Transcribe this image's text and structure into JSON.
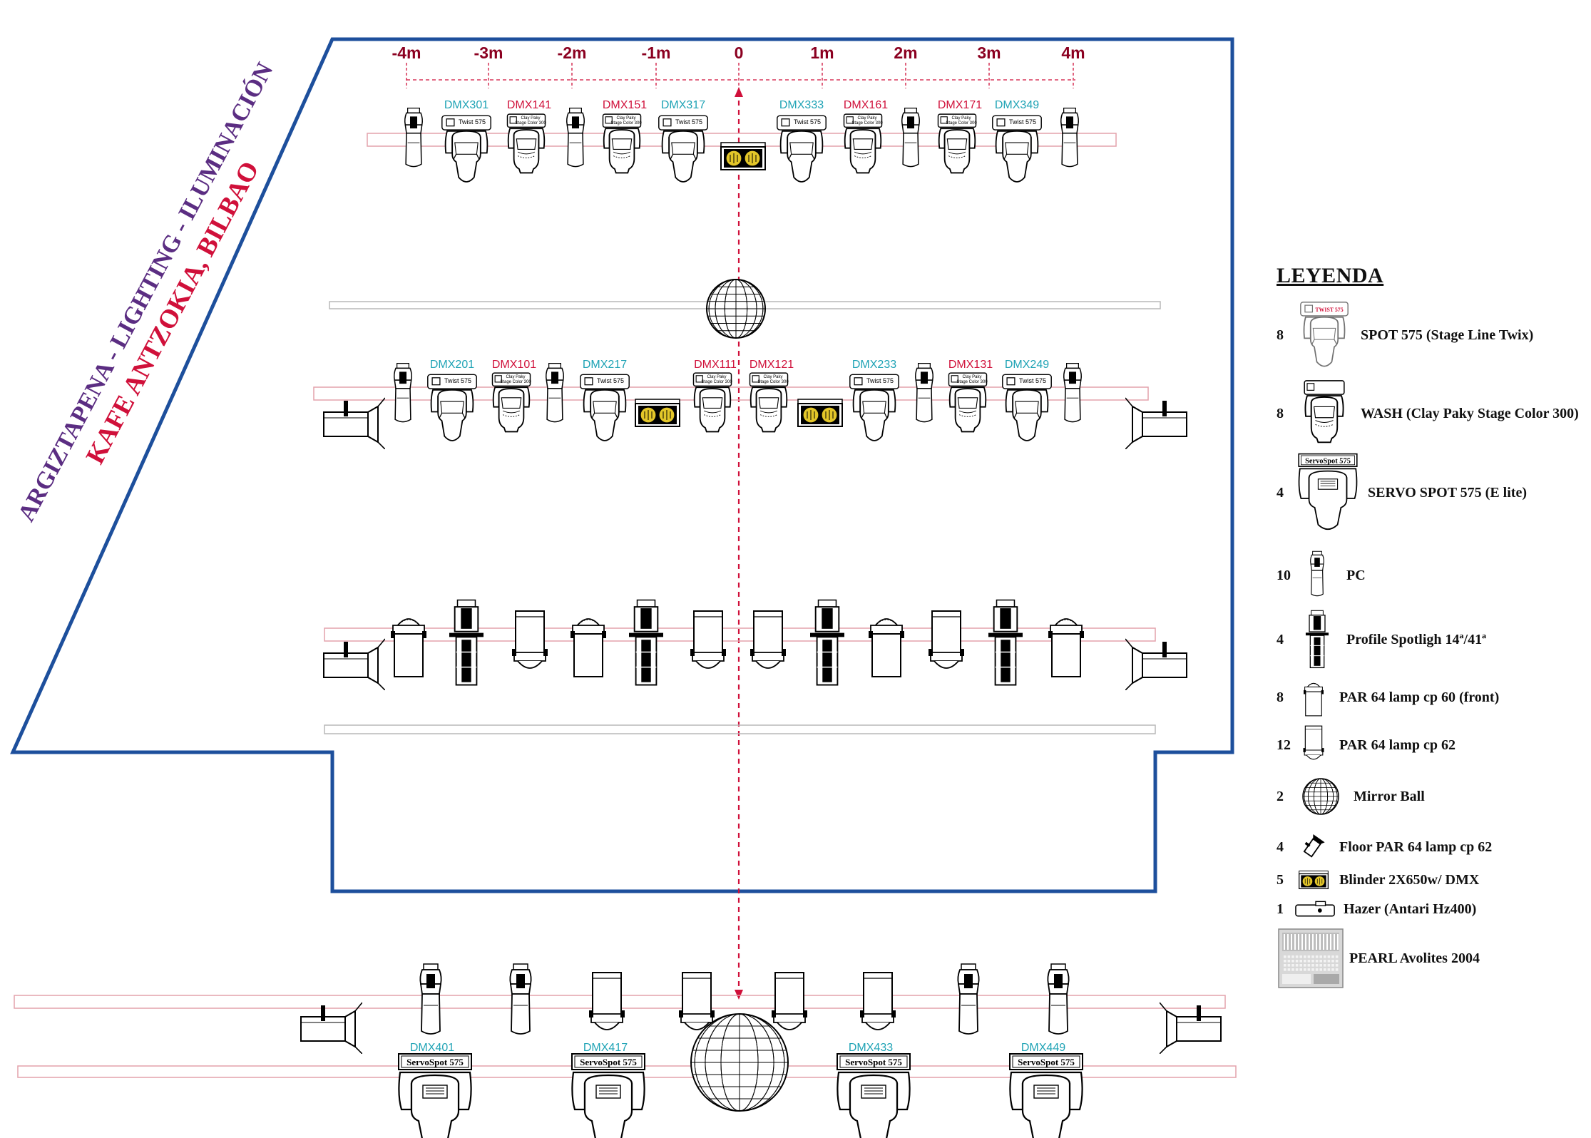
{
  "side_titles": {
    "purple": "ARGIZTAPENA - LIGHTING - ILUMINACIÓN",
    "red": "KAFE ANTZOKIA, BILBAO"
  },
  "colors": {
    "stage_outline": "#1d4f9c",
    "ruler": "#8b0020",
    "dmx_cyan": "#1fa3b5",
    "dmx_red": "#d0103a",
    "purple": "#5b2d82",
    "title_red": "#d0103a",
    "truss": "#e3a2ac",
    "center_arrow": "#d0103a",
    "blinder_yellow": "#e3c629"
  },
  "ruler": {
    "labels": [
      "-4m",
      "-3m",
      "-2m",
      "-1m",
      "0",
      "1m",
      "2m",
      "3m",
      "4m"
    ]
  },
  "truss1_dmx": [
    {
      "label": "DMX301",
      "color": "cyan"
    },
    {
      "label": "DMX141",
      "color": "red"
    },
    {
      "label": "DMX151",
      "color": "red"
    },
    {
      "label": "DMX317",
      "color": "cyan"
    },
    {
      "label": "DMX333",
      "color": "cyan"
    },
    {
      "label": "DMX161",
      "color": "red"
    },
    {
      "label": "DMX171",
      "color": "red"
    },
    {
      "label": "DMX349",
      "color": "cyan"
    }
  ],
  "truss2_dmx": [
    {
      "label": "DMX201",
      "color": "cyan"
    },
    {
      "label": "DMX101",
      "color": "red"
    },
    {
      "label": "DMX217",
      "color": "cyan"
    },
    {
      "label": "DMX111",
      "color": "red"
    },
    {
      "label": "DMX121",
      "color": "red"
    },
    {
      "label": "DMX233",
      "color": "cyan"
    },
    {
      "label": "DMX131",
      "color": "red"
    },
    {
      "label": "DMX249",
      "color": "cyan"
    }
  ],
  "front_dmx": [
    {
      "label": "DMX401"
    },
    {
      "label": "DMX417"
    },
    {
      "label": "DMX433"
    },
    {
      "label": "DMX449"
    }
  ],
  "fixture_text": {
    "twist": "Twist 575",
    "claypaky_1": "Clay Paky",
    "claypaky_2": "Stage Color 300",
    "servospot": "ServoSpot 575"
  },
  "legend": {
    "title": "LEYENDA",
    "items": [
      {
        "count": "8",
        "label": "SPOT 575 (Stage Line Twix)",
        "icon": "spot-575-icon",
        "icon_text": "TWIST 575"
      },
      {
        "count": "8",
        "label": "WASH (Clay Paky Stage Color 300)",
        "icon": "wash-icon"
      },
      {
        "count": "4",
        "label": "SERVO SPOT 575 (E lite)",
        "icon": "servo-spot-icon",
        "icon_text": "ServoSpot 575"
      },
      {
        "count": "10",
        "label": "PC",
        "icon": "pc-icon"
      },
      {
        "count": "4",
        "label": "Profile Spotligh 14ª/41ª",
        "icon": "profile-spot-icon"
      },
      {
        "count": "8",
        "label": "PAR 64 lamp cp 60 (front)",
        "icon": "par64-front-icon"
      },
      {
        "count": "12",
        "label": "PAR 64 lamp cp 62",
        "icon": "par64-icon"
      },
      {
        "count": "2",
        "label": "Mirror Ball",
        "icon": "mirror-ball-icon"
      },
      {
        "count": "4",
        "label": "Floor PAR 64 lamp cp 62",
        "icon": "floor-par-icon"
      },
      {
        "count": "5",
        "label": "Blinder 2X650w/ DMX",
        "icon": "blinder-icon"
      },
      {
        "count": "1",
        "label": "Hazer (Antari Hz400)",
        "icon": "hazer-icon"
      },
      {
        "count": "",
        "label": "PEARL Avolites 2004",
        "icon": "console-icon"
      }
    ]
  }
}
